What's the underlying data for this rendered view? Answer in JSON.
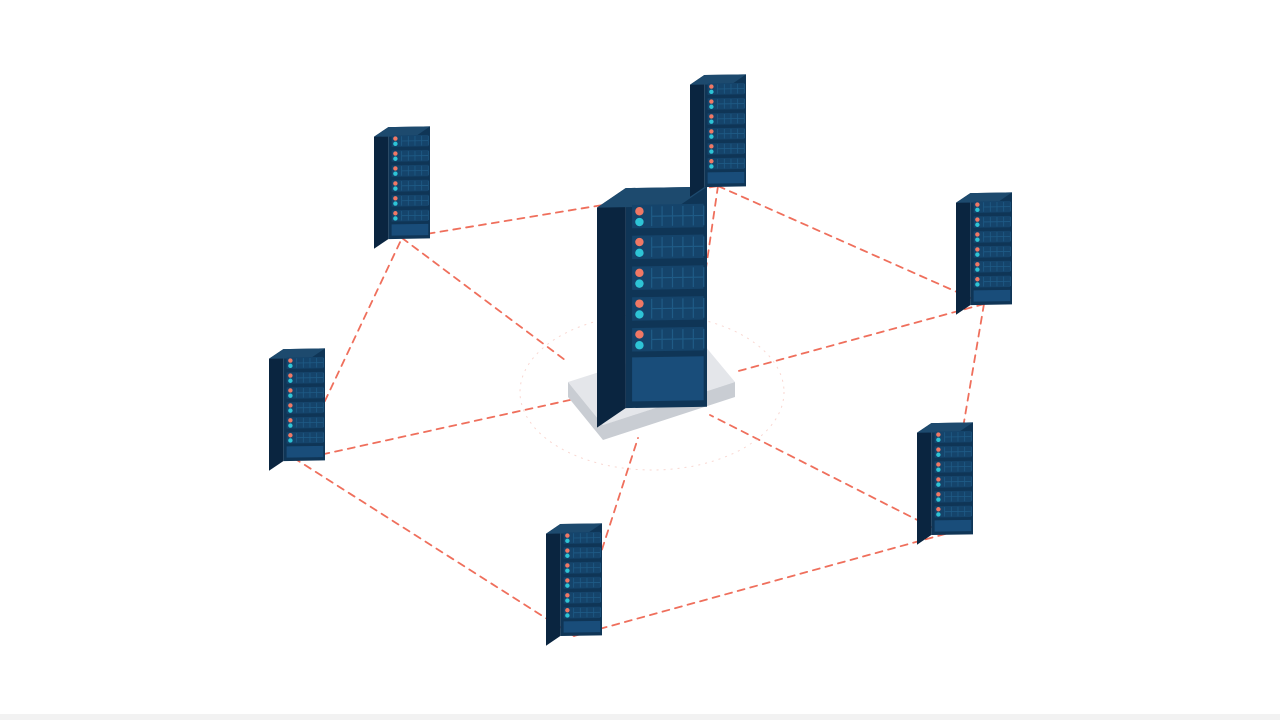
{
  "diagram": {
    "colors": {
      "background": "#ffffff",
      "link": "#ef6f5c",
      "rack_front": "#0f3556",
      "rack_side": "#0a2540",
      "rack_top": "#1d4a6e",
      "rack_panel": "#15446b",
      "rack_grid": "#1f5b86",
      "rack_bottom_panel": "#194d7a",
      "led_red": "#f07865",
      "led_cyan": "#2ec4d6",
      "platform_top": "#e4e6ea",
      "platform_side": "#c9cdd3",
      "halo": "#f6c6bd"
    },
    "nodes": [
      {
        "id": "central-server",
        "kind": "central-server",
        "icon": "server-rack-icon"
      },
      {
        "id": "server-top-left",
        "kind": "server",
        "icon": "server-rack-icon"
      },
      {
        "id": "server-top",
        "kind": "server",
        "icon": "server-rack-icon"
      },
      {
        "id": "server-right",
        "kind": "server",
        "icon": "server-rack-icon"
      },
      {
        "id": "server-left",
        "kind": "server",
        "icon": "server-rack-icon"
      },
      {
        "id": "server-bottom-right",
        "kind": "server",
        "icon": "server-rack-icon"
      },
      {
        "id": "server-bottom",
        "kind": "server",
        "icon": "server-rack-icon"
      }
    ],
    "links": [
      {
        "from": "server-top-left",
        "to": "server-top"
      },
      {
        "from": "server-top",
        "to": "server-right"
      },
      {
        "from": "server-right",
        "to": "server-bottom-right"
      },
      {
        "from": "server-bottom-right",
        "to": "server-bottom"
      },
      {
        "from": "server-bottom",
        "to": "server-left"
      },
      {
        "from": "server-left",
        "to": "server-top-left"
      },
      {
        "from": "server-top-left",
        "to": "central-server"
      },
      {
        "from": "server-top",
        "to": "central-server"
      },
      {
        "from": "server-right",
        "to": "central-server"
      },
      {
        "from": "server-left",
        "to": "central-server"
      },
      {
        "from": "server-bottom-right",
        "to": "central-server"
      },
      {
        "from": "server-bottom",
        "to": "central-server"
      }
    ]
  }
}
